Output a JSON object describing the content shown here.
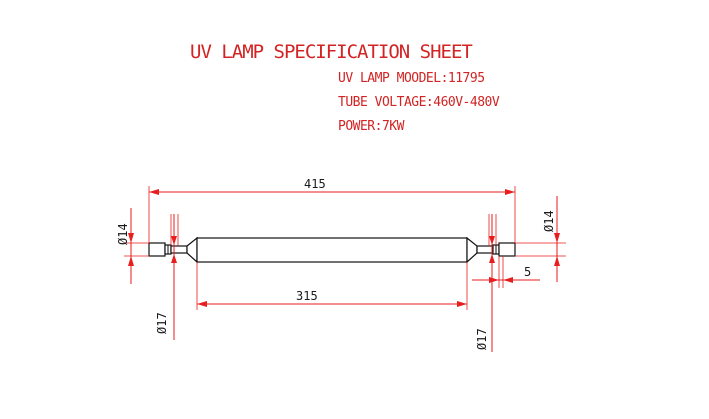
{
  "sheet": {
    "title": "UV LAMP SPECIFICATION SHEET",
    "specs": [
      "UV LAMP MOODEL:11795",
      "TUBE VOLTAGE:460V-480V",
      "POWER:7KW"
    ]
  },
  "colors": {
    "annotation_red": "#d22424",
    "dimension_red": "#e81e1e",
    "outline_black": "#111111"
  },
  "dimensions": {
    "overall_length": "415",
    "tube_length": "315",
    "left_end_dia": "Ø14",
    "right_end_dia": "Ø14",
    "left_tube_dia": "Ø17",
    "right_tube_dia": "Ø17",
    "end_cap_length": "5"
  }
}
